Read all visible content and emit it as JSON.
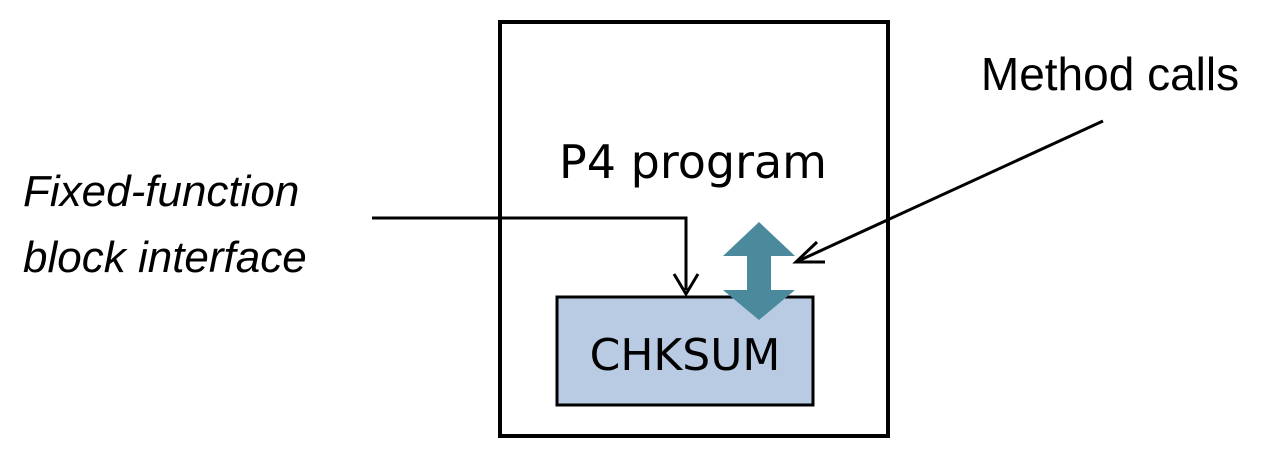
{
  "diagram": {
    "program_label": "P4 program",
    "block_label": "CHKSUM",
    "annotation_method_calls": "Method calls",
    "annotation_interface_line1": "Fixed-function",
    "annotation_interface_line2": "block interface"
  },
  "colors": {
    "block_fill": "#b9cbe3",
    "double_arrow": "#4a8a9c",
    "stroke": "#000000",
    "background": "#ffffff"
  }
}
